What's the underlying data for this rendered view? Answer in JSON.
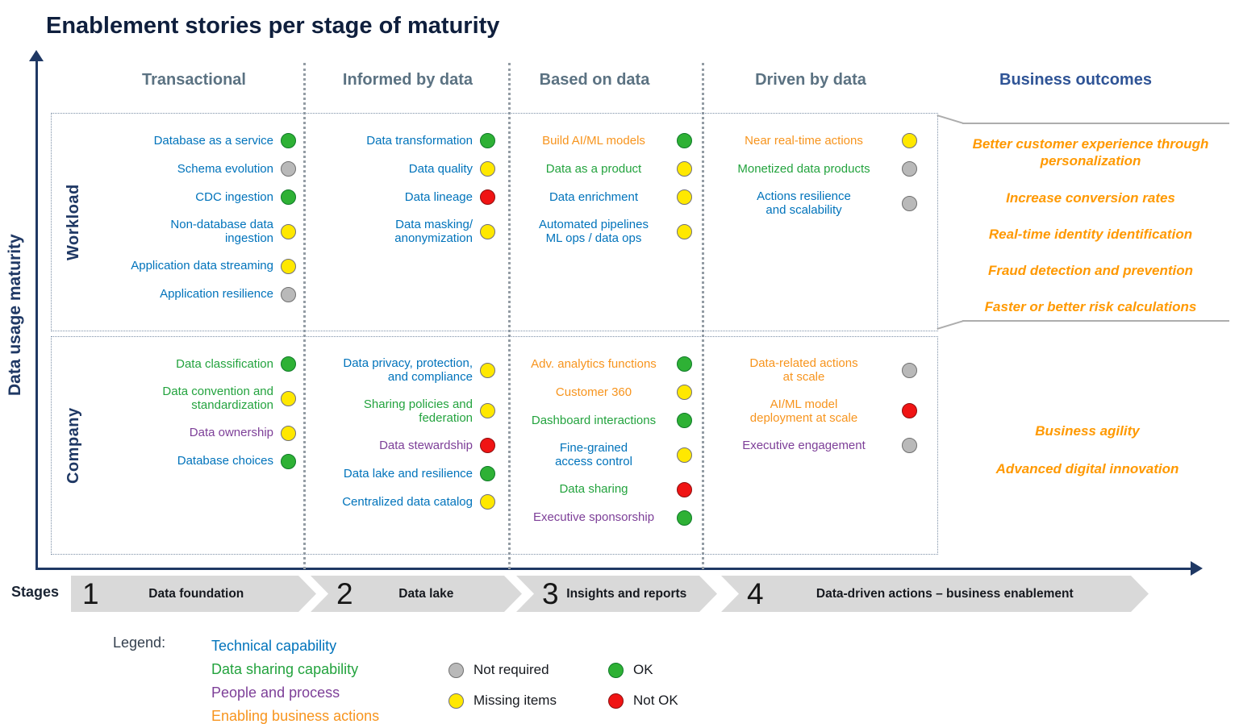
{
  "title": "Enablement stories per stage of maturity",
  "y_axis_label": "Data usage maturity",
  "stages_label": "Stages",
  "colors": {
    "title": "#0f1f3d",
    "axis": "#1f3864",
    "header": "#5b7282",
    "header_outcomes": "#2f5496",
    "technical": "#0073bb",
    "sharing": "#23a33e",
    "people": "#7d3f98",
    "business": "#f7941d",
    "outcome": "#ff9900",
    "dot_green": "#2eb135",
    "dot_yellow": "#ffe800",
    "dot_red": "#f01414",
    "dot_gray": "#b9b9b9",
    "stage_fill": "#d9d9d9"
  },
  "column_headers": [
    "Transactional",
    "Informed by data",
    "Based on data",
    "Driven by data",
    "Business outcomes"
  ],
  "bands": [
    {
      "label": "Workload",
      "cells": [
        {
          "items": [
            {
              "text": "Database as a service",
              "category": "technical",
              "status": "green"
            },
            {
              "text": "Schema evolution",
              "category": "technical",
              "status": "gray"
            },
            {
              "text": "CDC ingestion",
              "category": "technical",
              "status": "green"
            },
            {
              "text": "Non-database data\ningestion",
              "category": "technical",
              "status": "yellow"
            },
            {
              "text": "Application data streaming",
              "category": "technical",
              "status": "yellow"
            },
            {
              "text": "Application resilience",
              "category": "technical",
              "status": "gray"
            }
          ]
        },
        {
          "items": [
            {
              "text": "Data transformation",
              "category": "technical",
              "status": "green"
            },
            {
              "text": "Data quality",
              "category": "technical",
              "status": "yellow"
            },
            {
              "text": "Data lineage",
              "category": "technical",
              "status": "red"
            },
            {
              "text": "Data masking/\nanonymization",
              "category": "technical",
              "status": "yellow"
            }
          ]
        },
        {
          "items": [
            {
              "text": "Build AI/ML models",
              "category": "business",
              "status": "green"
            },
            {
              "text": "Data as a product",
              "category": "sharing",
              "status": "yellow"
            },
            {
              "text": "Data enrichment",
              "category": "technical",
              "status": "yellow"
            },
            {
              "text": "Automated pipelines\nML ops / data ops",
              "category": "technical",
              "status": "yellow"
            }
          ]
        },
        {
          "items": [
            {
              "text": "Near real-time actions",
              "category": "business",
              "status": "yellow"
            },
            {
              "text": "Monetized data products",
              "category": "sharing",
              "status": "gray"
            },
            {
              "text": "Actions resilience\nand scalability",
              "category": "technical",
              "status": "gray"
            }
          ]
        }
      ],
      "outcomes": [
        "Better customer experience through personalization",
        "Increase conversion rates",
        "Real-time identity identification",
        "Fraud detection and prevention",
        "Faster or better risk calculations"
      ]
    },
    {
      "label": "Company",
      "cells": [
        {
          "items": [
            {
              "text": "Data classification",
              "category": "sharing",
              "status": "green"
            },
            {
              "text": "Data convention and\nstandardization",
              "category": "sharing",
              "status": "yellow"
            },
            {
              "text": "Data ownership",
              "category": "people",
              "status": "yellow"
            },
            {
              "text": "Database choices",
              "category": "technical",
              "status": "green"
            }
          ]
        },
        {
          "items": [
            {
              "text": "Data privacy, protection,\nand compliance",
              "category": "technical",
              "status": "yellow"
            },
            {
              "text": "Sharing policies and\nfederation",
              "category": "sharing",
              "status": "yellow"
            },
            {
              "text": "Data stewardship",
              "category": "people",
              "status": "red"
            },
            {
              "text": "Data lake and resilience",
              "category": "technical",
              "status": "green"
            },
            {
              "text": "Centralized data catalog",
              "category": "technical",
              "status": "yellow"
            }
          ]
        },
        {
          "items": [
            {
              "text": "Adv. analytics functions",
              "category": "business",
              "status": "green"
            },
            {
              "text": "Customer 360",
              "category": "business",
              "status": "yellow"
            },
            {
              "text": "Dashboard interactions",
              "category": "sharing",
              "status": "green"
            },
            {
              "text": "Fine-grained\naccess control",
              "category": "technical",
              "status": "yellow"
            },
            {
              "text": "Data sharing",
              "category": "sharing",
              "status": "red"
            },
            {
              "text": "Executive sponsorship",
              "category": "people",
              "status": "green"
            }
          ]
        },
        {
          "items": [
            {
              "text": "Data-related actions\nat scale",
              "category": "business",
              "status": "gray"
            },
            {
              "text": "AI/ML model\ndeployment at scale",
              "category": "business",
              "status": "red"
            },
            {
              "text": "Executive engagement",
              "category": "people",
              "status": "gray"
            }
          ]
        }
      ],
      "outcomes": [
        "Business agility",
        "Advanced digital innovation"
      ]
    }
  ],
  "stages": [
    {
      "number": "1",
      "label": "Data foundation"
    },
    {
      "number": "2",
      "label": "Data lake"
    },
    {
      "number": "3",
      "label": "Insights and reports"
    },
    {
      "number": "4",
      "label": "Data-driven actions – business enablement"
    }
  ],
  "legend": {
    "label": "Legend:",
    "categories": [
      {
        "label": "Technical capability",
        "category": "technical"
      },
      {
        "label": "Data sharing capability",
        "category": "sharing"
      },
      {
        "label": "People and process",
        "category": "people"
      },
      {
        "label": "Enabling business actions",
        "category": "business"
      }
    ],
    "statuses": [
      {
        "label": "Not required",
        "status": "gray"
      },
      {
        "label": "Missing items",
        "status": "yellow"
      },
      {
        "label": "OK",
        "status": "green"
      },
      {
        "label": "Not OK",
        "status": "red"
      }
    ]
  }
}
